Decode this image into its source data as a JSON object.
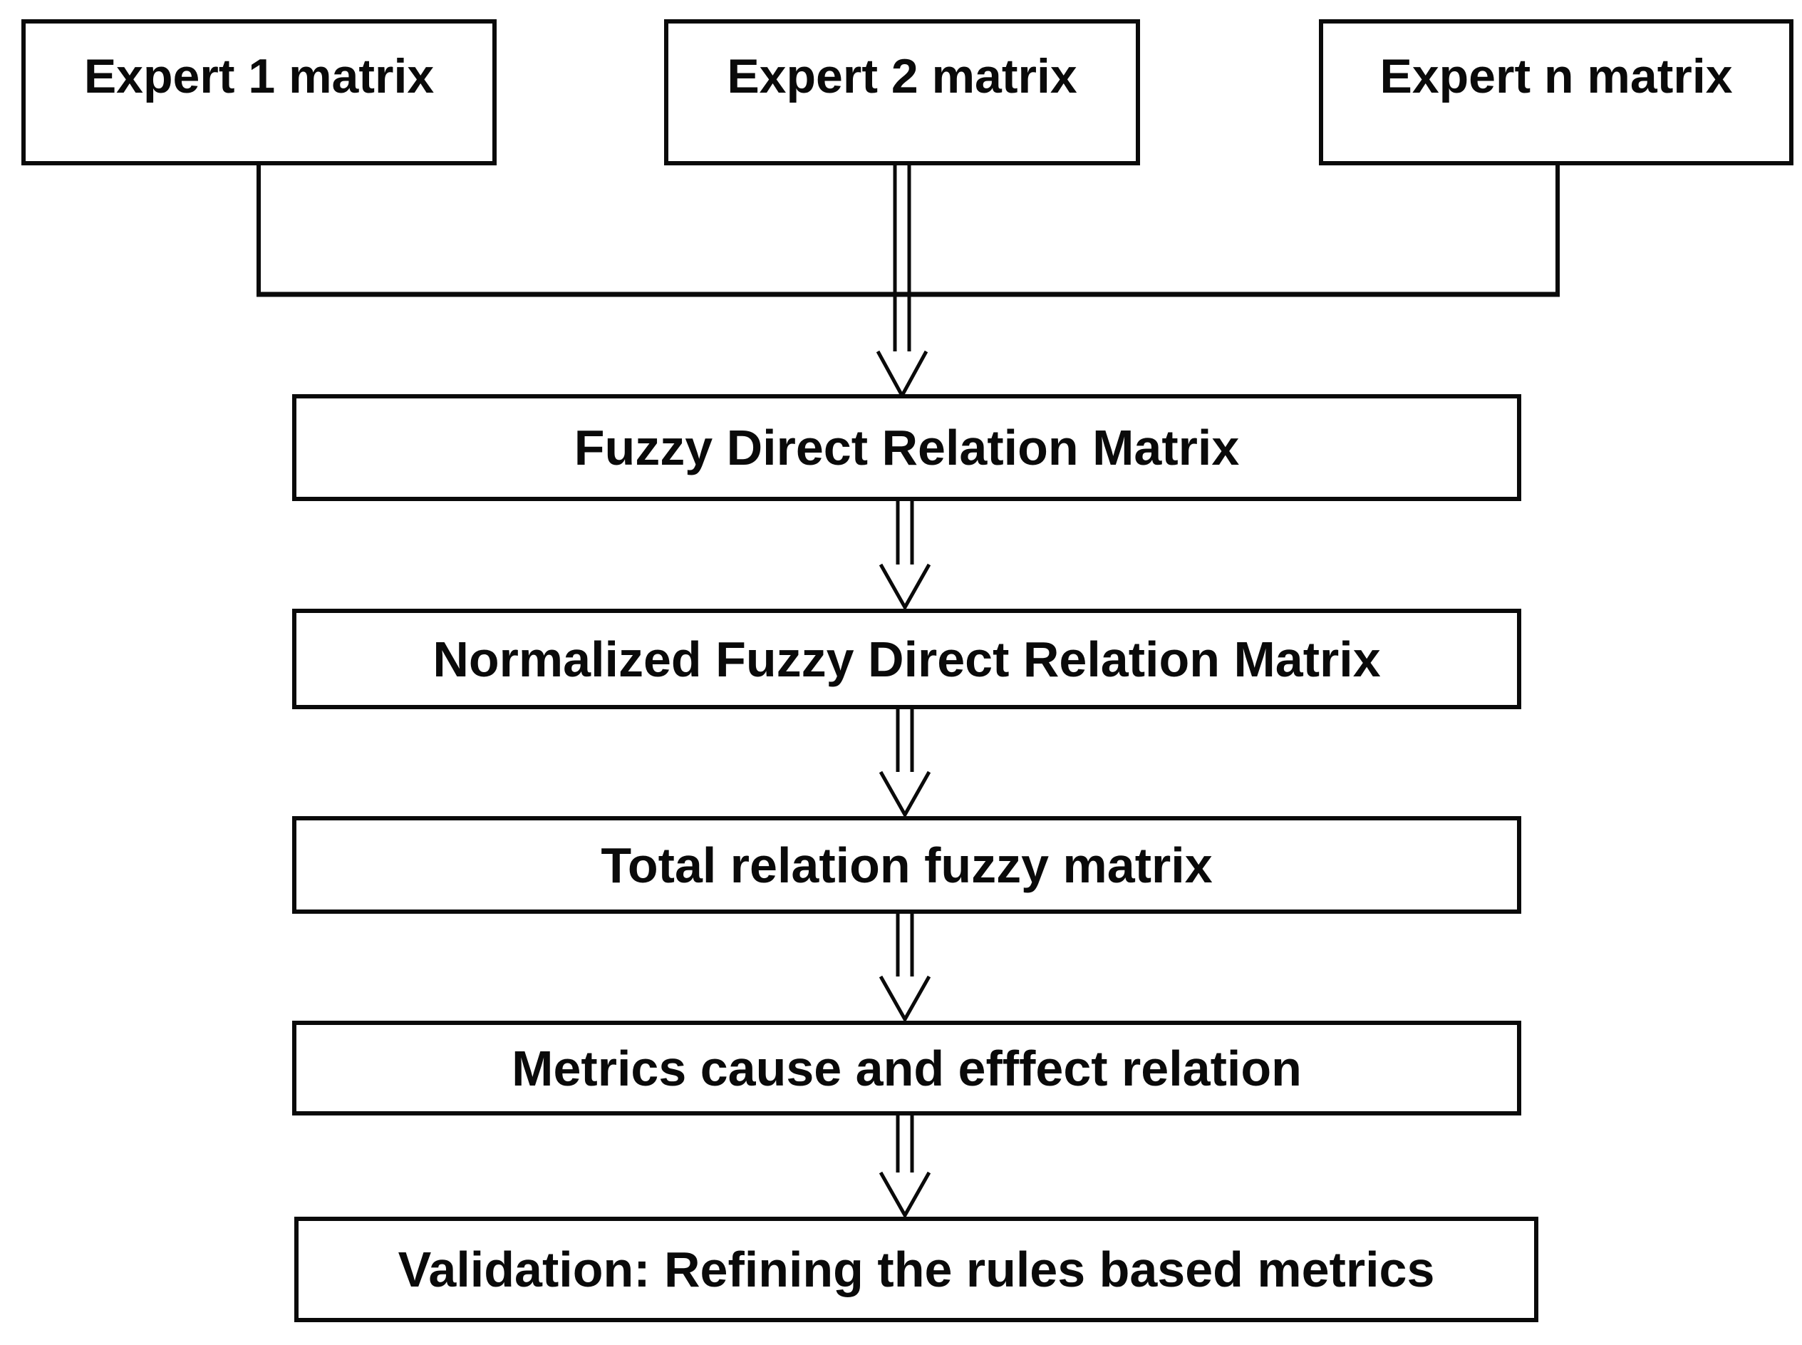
{
  "diagram": {
    "expert_boxes": [
      {
        "label": "Expert 1 matrix"
      },
      {
        "label": "Expert 2 matrix"
      },
      {
        "label": "Expert n matrix"
      }
    ],
    "flow_boxes": [
      {
        "label": "Fuzzy Direct Relation Matrix"
      },
      {
        "label": "Normalized Fuzzy Direct Relation Matrix"
      },
      {
        "label": "Total relation fuzzy matrix"
      },
      {
        "label": "Metrics cause and efffect relation"
      },
      {
        "label": "Validation: Refining the rules based metrics"
      }
    ],
    "colors": {
      "line": "#0a0a0a",
      "background": "#ffffff",
      "box_fill": "#ffffff"
    }
  }
}
